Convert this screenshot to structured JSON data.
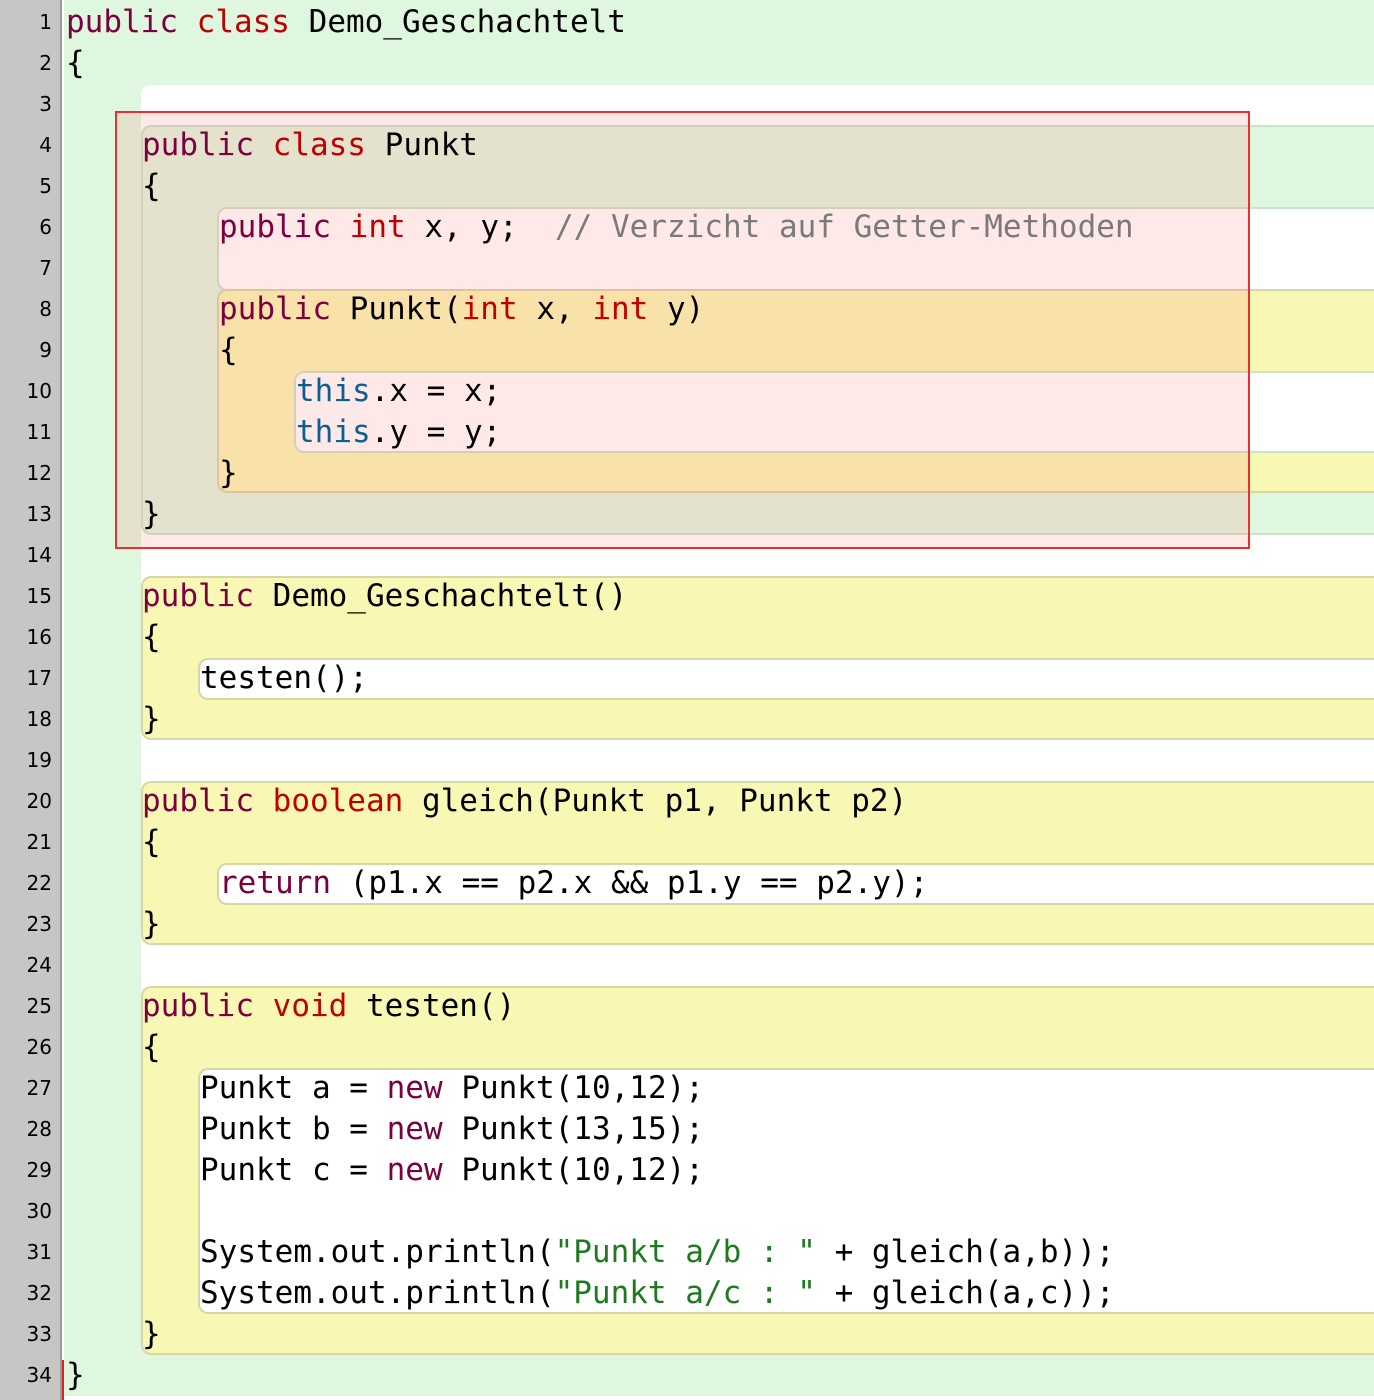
{
  "editor": {
    "line_numbers": [
      "1",
      "2",
      "3",
      "4",
      "5",
      "6",
      "7",
      "8",
      "9",
      "10",
      "11",
      "12",
      "13",
      "14",
      "15",
      "16",
      "17",
      "18",
      "19",
      "20",
      "21",
      "22",
      "23",
      "24",
      "25",
      "26",
      "27",
      "28",
      "29",
      "30",
      "31",
      "32",
      "33",
      "34"
    ],
    "code": {
      "l1_public": "public",
      "l1_class": "class",
      "l1_name": "Demo_Geschachtelt",
      "l2": "{",
      "l4_public": "public",
      "l4_class": "class",
      "l4_name": "Punkt",
      "l5": "{",
      "l6_public": "public",
      "l6_int": "int",
      "l6_rest": "x, y;",
      "l6_comment": "// Verzicht auf Getter-Methoden",
      "l8_public": "public",
      "l8_ctor": "Punkt(",
      "l8_int1": "int",
      "l8_x": "x,",
      "l8_int2": "int",
      "l8_y": "y)",
      "l9": "{",
      "l10_this": "this",
      "l10_rest": ".x = x;",
      "l11_this": "this",
      "l11_rest": ".y = y;",
      "l12": "}",
      "l13": "}",
      "l15_public": "public",
      "l15_rest": "Demo_Geschachtelt()",
      "l16": "{",
      "l17": "testen();",
      "l18": "}",
      "l20_public": "public",
      "l20_boolean": "boolean",
      "l20_rest": "gleich(Punkt p1, Punkt p2)",
      "l21": "{",
      "l22_return": "return",
      "l22_rest": "(p1.x == p2.x && p1.y == p2.y);",
      "l23": "}",
      "l25_public": "public",
      "l25_void": "void",
      "l25_rest": "testen()",
      "l26": "{",
      "l27_a": "Punkt a = ",
      "l27_new": "new",
      "l27_rest": "Punkt(10,12);",
      "l28_a": "Punkt b = ",
      "l28_new": "new",
      "l28_rest": "Punkt(13,15);",
      "l29_a": "Punkt c = ",
      "l29_new": "new",
      "l29_rest": "Punkt(10,12);",
      "l31_a": "System.out.println(",
      "l31_str": "\"Punkt a/b : \"",
      "l31_rest": " + gleich(a,b));",
      "l32_a": "System.out.println(",
      "l32_str": "\"Punkt a/c : \"",
      "l32_rest": " + gleich(a,c));",
      "l33": "}",
      "l34": "}"
    }
  },
  "colors": {
    "keyword": "#7a0040",
    "type": "#c00000",
    "this": "#0a5f94",
    "string": "#1e7a1e",
    "comment": "#7a7a7a",
    "class_scope": "#dff7df",
    "method_scope": "#f8f8b4",
    "highlight_border": "#e83030"
  }
}
